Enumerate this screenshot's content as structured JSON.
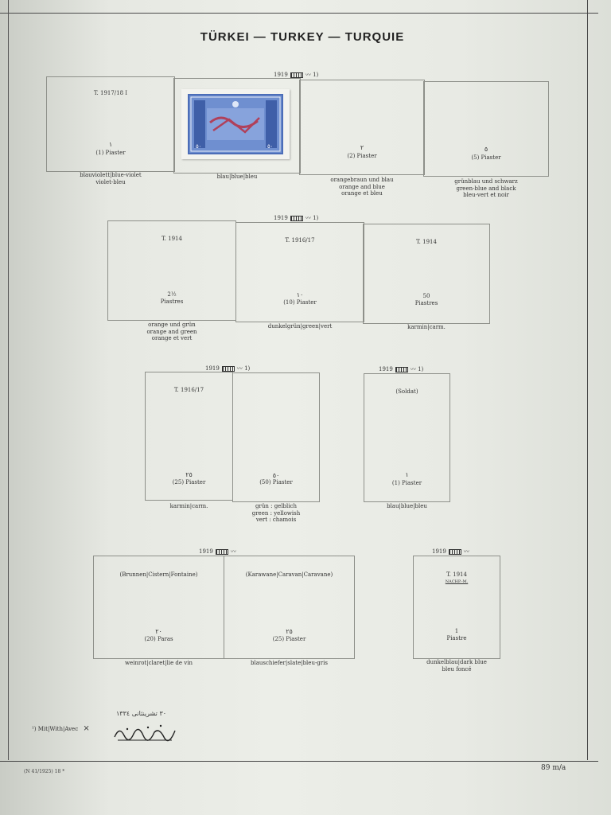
{
  "title": "TÜRKEI — TURKEY — TURQUIE",
  "rows": [
    {
      "header": "1919",
      "header_note": "1)",
      "boxes": [
        {
          "type": "T. 1917/18 I",
          "arabic": "١",
          "value": "(1) Piaster",
          "caption": [
            "blauviolett|blue-violet",
            "violet-bleu"
          ],
          "has_stamp": false
        },
        {
          "type": "",
          "arabic": "",
          "value": "",
          "caption": [
            "blau|blue|bleu"
          ],
          "has_stamp": true
        },
        {
          "type": "",
          "arabic": "٢",
          "value": "(2) Piaster",
          "caption": [
            "orangebraun und blau",
            "orange and blue",
            "orange et bleu"
          ],
          "has_stamp": false
        },
        {
          "type": "",
          "arabic": "٥",
          "value": "(5) Piaster",
          "caption": [
            "grünblau und schwarz",
            "green-blue and black",
            "bleu-vert et noir"
          ],
          "has_stamp": false
        }
      ]
    },
    {
      "header": "1919",
      "header_note": "1)",
      "boxes": [
        {
          "type": "T. 1914",
          "arabic": "",
          "value_line1": "2½",
          "value": "Piastres",
          "caption": [
            "orange und grün",
            "orange and green",
            "orange et vert"
          ]
        },
        {
          "type": "T. 1916/17",
          "arabic": "١٠",
          "value": "(10) Piaster",
          "caption": [
            "dunkelgrün|green|vert"
          ]
        },
        {
          "type": "T. 1914",
          "arabic": "",
          "value_line1": "50",
          "value": "Piastres",
          "caption": [
            "karmin|carm."
          ]
        }
      ]
    },
    {
      "left_header": "1919",
      "left_header_note": "1)",
      "right_header": "1919",
      "right_header_note": "1)",
      "boxes": [
        {
          "type": "T. 1916/17",
          "arabic": "٢٥",
          "value": "(25) Piaster",
          "caption": [
            "karmin|carm."
          ]
        },
        {
          "type": "",
          "arabic": "٥٠",
          "value": "(50) Piaster",
          "caption": [
            "grün : gelblich",
            "green : yellowish",
            "vert : chamois"
          ]
        },
        {
          "type": "(Soldat)",
          "arabic": "١",
          "value": "(1) Piaster",
          "caption": [
            "blau|blue|bleu"
          ]
        }
      ]
    },
    {
      "left_header": "1919",
      "right_header": "1919",
      "boxes": [
        {
          "type": "(Brunnen|Cistern|Fontaine)",
          "arabic": "٢٠",
          "value": "(20) Paras",
          "caption": [
            "weinrot|claret|lie de vin"
          ]
        },
        {
          "type": "(Karawane|Caravan|Caravane)",
          "arabic": "٢٥",
          "value": "(25) Piaster",
          "caption": [
            "blauschiefer|slate|bleu-gris"
          ]
        },
        {
          "type": "T. 1914",
          "subtype": "NACHP.-M.",
          "arabic": "",
          "value_line1": "1",
          "value": "Piastre",
          "caption": [
            "dunkelblau|dark blue",
            "bleu foncé"
          ]
        }
      ]
    }
  ],
  "footnote": "¹) Mit|With|Avec",
  "footnote_arabic_top": "٣٠ تشرينثانى ١٣٣٤",
  "footer_left": "(N 41/1925)  18 *",
  "footer_right": "89 m/a",
  "colors": {
    "stamp_blue": "#6f8fd0",
    "stamp_overprint": "#b0405a",
    "border": "#8e908a"
  }
}
